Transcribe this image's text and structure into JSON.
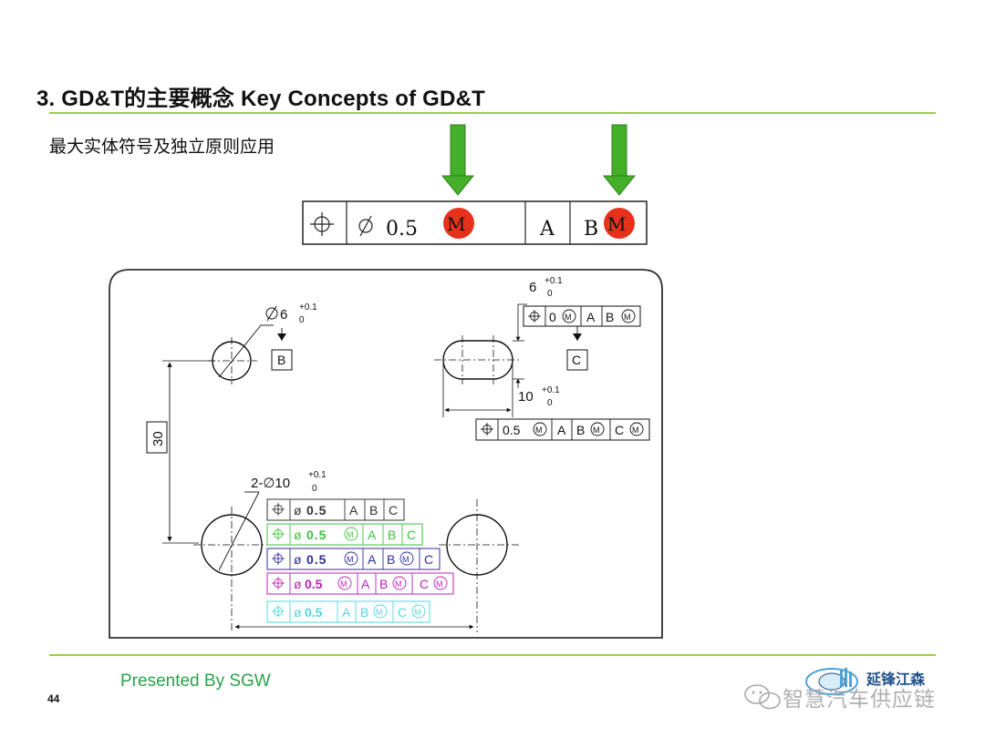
{
  "slide": {
    "title": "3. GD&T的主要概念  Key Concepts of GD&T",
    "subtitle": "最大实体符号及独立原则应用",
    "presenter": "Presented By SGW",
    "page_number": "44",
    "logo_text": "延锋江森",
    "watermark": "智慧汽车供应链"
  },
  "colors": {
    "accent_green": "#9ccd45",
    "arrow_green": "#44b02a",
    "mmc_red": "#e8311c",
    "presenter_green": "#2aa24a",
    "frame_green": "#3dc23d",
    "frame_blue": "#2e2ea0",
    "frame_magenta": "#c020b8",
    "frame_cyan": "#50d8d8"
  },
  "callout": {
    "diameter": "0.5",
    "mmc": "M",
    "datum_a": "A",
    "datum_b": "B",
    "datum_b_mmc": "M"
  },
  "drawing": {
    "hole_b_dim": "6",
    "hole_b_tol_upper": "+0.1",
    "hole_b_tol_lower": "0",
    "datum_b_label": "B",
    "slot_width_dim": "6",
    "slot_width_tol_upper": "+0.1",
    "slot_width_tol_lower": "0",
    "slot_width_frame": [
      "0",
      "A",
      "B"
    ],
    "datum_c_label": "C",
    "slot_len_dim": "10",
    "slot_len_tol_upper": "+0.1",
    "slot_len_tol_lower": "0",
    "slot_len_frame": [
      "0.5",
      "A",
      "B",
      "C"
    ],
    "vertical_dim": "30",
    "holes_dim": "2-∅10",
    "holes_tol_upper": "+0.1",
    "holes_tol_lower": "0",
    "position_frames": [
      {
        "value": "0.5",
        "datums": [
          "A",
          "B",
          "C"
        ]
      },
      {
        "value": "0.5",
        "datums": [
          "A",
          "B",
          "C"
        ]
      },
      {
        "value": "0.5",
        "datums": [
          "A",
          "B",
          "C"
        ]
      },
      {
        "value": "0.5",
        "datums": [
          "A",
          "B",
          "C"
        ]
      },
      {
        "value": "0.5",
        "datums": [
          "A",
          "B",
          "C"
        ]
      }
    ]
  }
}
